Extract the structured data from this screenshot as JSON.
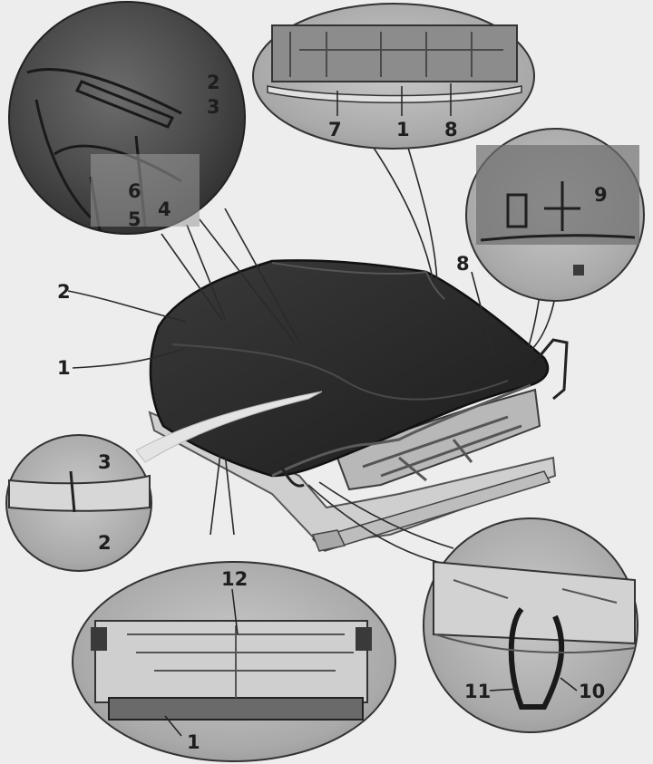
{
  "figure": {
    "description_hidden": false,
    "callouts": [
      {
        "id": "top-left",
        "labels": [
          "2",
          "3",
          "6",
          "5",
          "4"
        ]
      },
      {
        "id": "top-center",
        "labels": [
          "7",
          "1",
          "8"
        ]
      },
      {
        "id": "right",
        "labels": [
          "9"
        ]
      },
      {
        "id": "main-left",
        "labels": [
          "2",
          "1"
        ]
      },
      {
        "id": "main-right",
        "labels": [
          "8"
        ]
      },
      {
        "id": "left",
        "labels": [
          "3",
          "2"
        ]
      },
      {
        "id": "bottom-center",
        "labels": [
          "12",
          "1"
        ]
      },
      {
        "id": "bottom-right",
        "labels": [
          "11",
          "10"
        ]
      }
    ]
  },
  "colors": {
    "paper": "#ededed",
    "ink": "#1e1e1e",
    "cushion_dark": "#2b2b2b",
    "frame_light": "#d8d8d8",
    "detail_gray": "#9a9a9a"
  }
}
